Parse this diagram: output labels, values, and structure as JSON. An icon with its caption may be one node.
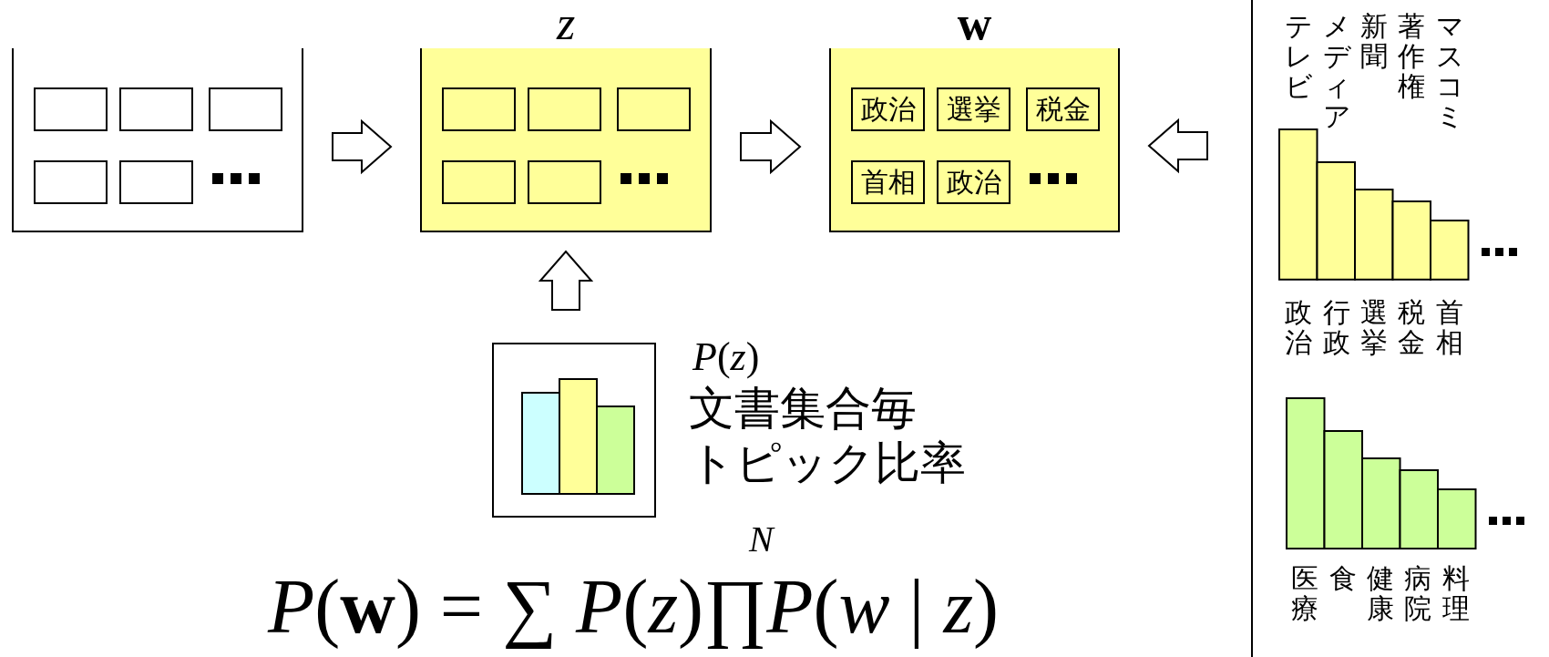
{
  "diagram": {
    "nodes": [
      {
        "text": [],
        "shape": "box"
      },
      {
        "text": [],
        "shape": "box",
        "in": 0
      },
      {
        "text": [],
        "shape": "box",
        "in": 0
      },
      {
        "text": [],
        "shape": "box",
        "in": 0
      },
      {
        "text": [],
        "shape": "box",
        "in": 0
      },
      {
        "text": [],
        "shape": "box",
        "in": 0
      },
      {
        "text": [
          "z"
        ]
      },
      {
        "text": [],
        "shape": "box",
        "in": 6
      },
      {
        "text": [],
        "shape": "box",
        "in": 6
      },
      {
        "text": [],
        "shape": "box",
        "in": 6
      },
      {
        "text": [],
        "shape": "box",
        "in": 6
      },
      {
        "text": [],
        "shape": "box",
        "in": 6
      },
      {
        "text": [
          "w"
        ]
      },
      {
        "text": [
          "政治"
        ],
        "in": 12
      },
      {
        "text": [
          "選挙"
        ],
        "in": 12
      },
      {
        "text": [
          "税金"
        ],
        "in": 12
      },
      {
        "text": [
          "首相"
        ],
        "in": 12
      },
      {
        "text": [
          "政治"
        ],
        "in": 12
      },
      {
        "text": [],
        "shape": "box",
        "beside": [
          "*P*(*z*)",
          "文書集合毎",
          "トピック比率"
        ]
      }
    ],
    "edges": [
      {
        "from": 0,
        "to": 6,
        "arrow": "to"
      },
      {
        "from": 6,
        "to": 12,
        "arrow": "to"
      },
      {
        "from": 18,
        "to": 6,
        "arrow": "to"
      },
      {
        "from": null,
        "to": 12,
        "arrow": "to"
      }
    ],
    "labels": [
      "テレビ",
      "メディア",
      "新聞",
      "著作権",
      "マスコミ",
      "政治",
      "行政",
      "選挙",
      "税金",
      "首相",
      "医療",
      "食",
      "健康",
      "病院",
      "料理",
      "*N*",
      "*P*(**w**) = ∑ *P*(*z*)∏*P*(*w* | *z*)"
    ]
  }
}
